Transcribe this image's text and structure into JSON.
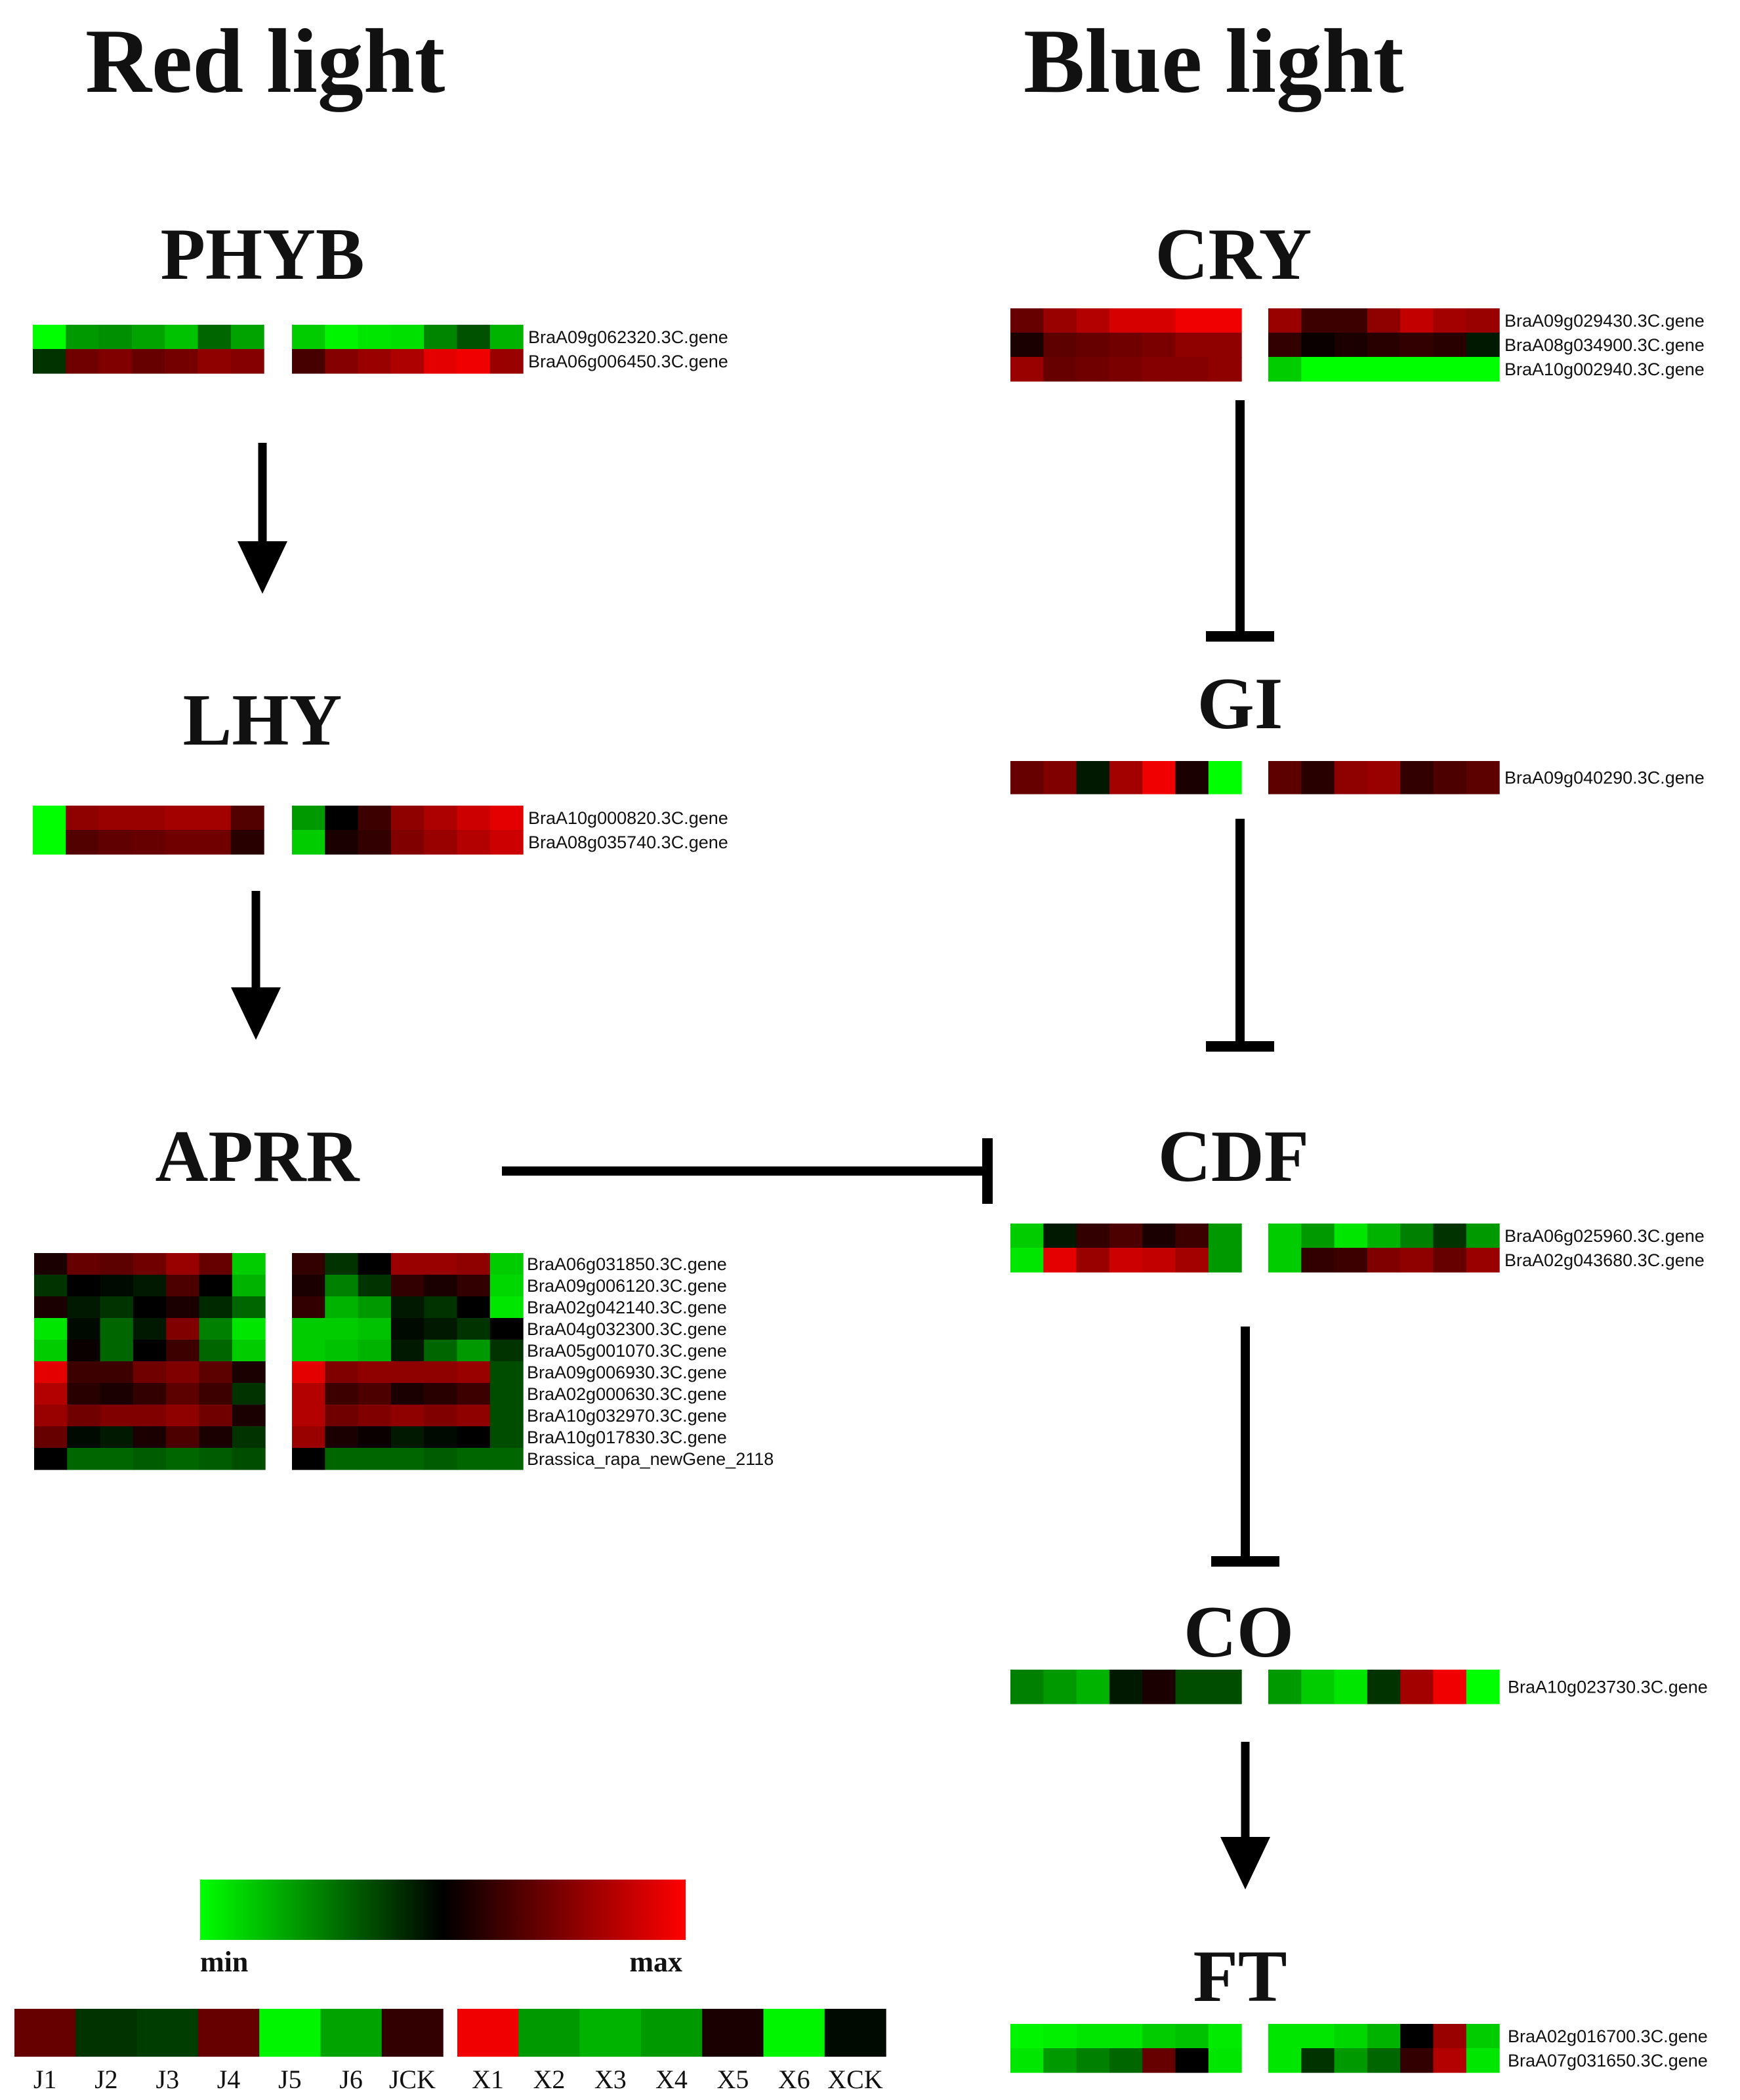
{
  "titles": {
    "red": "Red light",
    "blue": "Blue light"
  },
  "nodes": {
    "PHYB": {
      "label": "PHYB",
      "genes": [
        "BraA09g062320.3C.gene",
        "BraA06g006450.3C.gene"
      ],
      "J": [
        [
          0.0,
          0.2,
          0.22,
          0.18,
          0.12,
          0.3,
          0.18
        ],
        [
          0.4,
          0.72,
          0.75,
          0.7,
          0.73,
          0.78,
          0.76
        ]
      ],
      "X": [
        [
          0.1,
          0.02,
          0.05,
          0.06,
          0.24,
          0.34,
          0.15
        ],
        [
          0.64,
          0.76,
          0.8,
          0.84,
          0.95,
          0.97,
          0.8
        ]
      ]
    },
    "LHY": {
      "label": "LHY",
      "genes": [
        "BraA10g000820.3C.gene",
        "BraA08g035740.3C.gene"
      ],
      "J": [
        [
          0.0,
          0.78,
          0.8,
          0.8,
          0.82,
          0.82,
          0.66
        ],
        [
          0.0,
          0.66,
          0.69,
          0.7,
          0.72,
          0.72,
          0.58
        ]
      ],
      "X": [
        [
          0.2,
          0.5,
          0.62,
          0.78,
          0.84,
          0.9,
          0.95
        ],
        [
          0.1,
          0.55,
          0.6,
          0.75,
          0.8,
          0.85,
          0.9
        ]
      ]
    },
    "APRR": {
      "label": "APRR",
      "genes": [
        "BraA06g031850.3C.gene",
        "BraA09g006120.3C.gene",
        "BraA02g042140.3C.gene",
        "BraA04g032300.3C.gene",
        "BraA05g001070.3C.gene",
        "BraA09g006930.3C.gene",
        "BraA02g000630.3C.gene",
        "BraA10g032970.3C.gene",
        "BraA10g017830.3C.gene",
        "Brassica_rapa_newGene_2118"
      ],
      "J": [
        [
          0.55,
          0.7,
          0.68,
          0.72,
          0.8,
          0.7,
          0.1
        ],
        [
          0.4,
          0.5,
          0.48,
          0.45,
          0.65,
          0.5,
          0.15
        ],
        [
          0.55,
          0.45,
          0.4,
          0.5,
          0.55,
          0.42,
          0.3
        ],
        [
          0.05,
          0.48,
          0.3,
          0.45,
          0.75,
          0.25,
          0.05
        ],
        [
          0.1,
          0.52,
          0.3,
          0.5,
          0.62,
          0.3,
          0.1
        ],
        [
          0.95,
          0.62,
          0.62,
          0.72,
          0.75,
          0.68,
          0.55
        ],
        [
          0.85,
          0.58,
          0.55,
          0.6,
          0.68,
          0.62,
          0.4
        ],
        [
          0.8,
          0.72,
          0.75,
          0.75,
          0.78,
          0.72,
          0.55
        ],
        [
          0.7,
          0.48,
          0.45,
          0.55,
          0.65,
          0.55,
          0.4
        ],
        [
          0.5,
          0.3,
          0.3,
          0.32,
          0.3,
          0.32,
          0.35
        ]
      ],
      "X": [
        [
          0.6,
          0.4,
          0.5,
          0.8,
          0.8,
          0.78,
          0.1
        ],
        [
          0.55,
          0.25,
          0.4,
          0.6,
          0.55,
          0.6,
          0.08
        ],
        [
          0.6,
          0.15,
          0.2,
          0.45,
          0.4,
          0.5,
          0.05
        ],
        [
          0.1,
          0.1,
          0.12,
          0.48,
          0.45,
          0.4,
          0.5
        ],
        [
          0.1,
          0.12,
          0.15,
          0.45,
          0.3,
          0.2,
          0.4
        ],
        [
          0.95,
          0.75,
          0.78,
          0.78,
          0.78,
          0.8,
          0.35
        ],
        [
          0.85,
          0.62,
          0.65,
          0.55,
          0.58,
          0.62,
          0.35
        ],
        [
          0.85,
          0.72,
          0.75,
          0.78,
          0.75,
          0.78,
          0.35
        ],
        [
          0.8,
          0.55,
          0.52,
          0.45,
          0.48,
          0.5,
          0.35
        ],
        [
          0.5,
          0.3,
          0.3,
          0.3,
          0.32,
          0.3,
          0.3
        ]
      ]
    },
    "CRY": {
      "label": "CRY",
      "genes": [
        "BraA09g029430.3C.gene",
        "BraA08g034900.3C.gene",
        "BraA10g002940.3C.gene"
      ],
      "J": [
        [
          0.7,
          0.8,
          0.85,
          0.92,
          0.92,
          0.97,
          0.97
        ],
        [
          0.55,
          0.68,
          0.7,
          0.72,
          0.74,
          0.78,
          0.78
        ],
        [
          0.8,
          0.7,
          0.72,
          0.74,
          0.76,
          0.76,
          0.78
        ]
      ],
      "X": [
        [
          0.8,
          0.62,
          0.62,
          0.78,
          0.88,
          0.82,
          0.8
        ],
        [
          0.6,
          0.52,
          0.55,
          0.58,
          0.6,
          0.58,
          0.45
        ],
        [
          0.1,
          0.0,
          0.0,
          0.0,
          0.0,
          0.0,
          0.0
        ]
      ]
    },
    "GI": {
      "label": "GI",
      "genes": [
        "BraA09g040290.3C.gene"
      ],
      "J": [
        [
          0.7,
          0.75,
          0.45,
          0.82,
          0.97,
          0.55,
          0.0
        ]
      ],
      "X": [
        [
          0.68,
          0.58,
          0.78,
          0.8,
          0.6,
          0.65,
          0.68
        ]
      ]
    },
    "CDF": {
      "label": "CDF",
      "genes": [
        "BraA06g025960.3C.gene",
        "BraA02g043680.3C.gene"
      ],
      "J": [
        [
          0.1,
          0.45,
          0.6,
          0.65,
          0.55,
          0.62,
          0.2
        ],
        [
          0.05,
          0.95,
          0.8,
          0.9,
          0.88,
          0.82,
          0.2
        ]
      ],
      "X": [
        [
          0.1,
          0.2,
          0.05,
          0.15,
          0.25,
          0.4,
          0.2
        ],
        [
          0.1,
          0.6,
          0.62,
          0.75,
          0.78,
          0.7,
          0.8
        ]
      ]
    },
    "CO": {
      "label": "CO",
      "genes": [
        "BraA10g023730.3C.gene"
      ],
      "J": [
        [
          0.25,
          0.2,
          0.15,
          0.45,
          0.55,
          0.35,
          0.35
        ]
      ],
      "X": [
        [
          0.2,
          0.1,
          0.05,
          0.4,
          0.82,
          0.97,
          0.0
        ]
      ]
    },
    "FT": {
      "label": "FT",
      "genes": [
        "BraA02g016700.3C.gene",
        "BraA07g031650.3C.gene"
      ],
      "J": [
        [
          0.02,
          0.03,
          0.05,
          0.05,
          0.1,
          0.12,
          0.04
        ],
        [
          0.05,
          0.2,
          0.25,
          0.3,
          0.7,
          0.5,
          0.05
        ]
      ],
      "X": [
        [
          0.05,
          0.05,
          0.08,
          0.15,
          0.5,
          0.8,
          0.1
        ],
        [
          0.05,
          0.4,
          0.2,
          0.3,
          0.6,
          0.85,
          0.05
        ]
      ]
    }
  },
  "scale": {
    "min": "min",
    "max": "max",
    "colors": [
      "#00ff00",
      "#000000",
      "#ff0000"
    ]
  },
  "legend": {
    "J": [
      {
        "label": "J1",
        "v": 0.7
      },
      {
        "label": "J2",
        "v": 0.4
      },
      {
        "label": "J3",
        "v": 0.38
      },
      {
        "label": "J4",
        "v": 0.7
      },
      {
        "label": "J5",
        "v": 0.02
      },
      {
        "label": "J6",
        "v": 0.18
      },
      {
        "label": "JCK",
        "v": 0.6
      }
    ],
    "X": [
      {
        "label": "X1",
        "v": 0.97
      },
      {
        "label": "X2",
        "v": 0.2
      },
      {
        "label": "X3",
        "v": 0.15
      },
      {
        "label": "X4",
        "v": 0.2
      },
      {
        "label": "X5",
        "v": 0.55
      },
      {
        "label": "X6",
        "v": 0.02
      },
      {
        "label": "XCK",
        "v": 0.48
      }
    ]
  }
}
